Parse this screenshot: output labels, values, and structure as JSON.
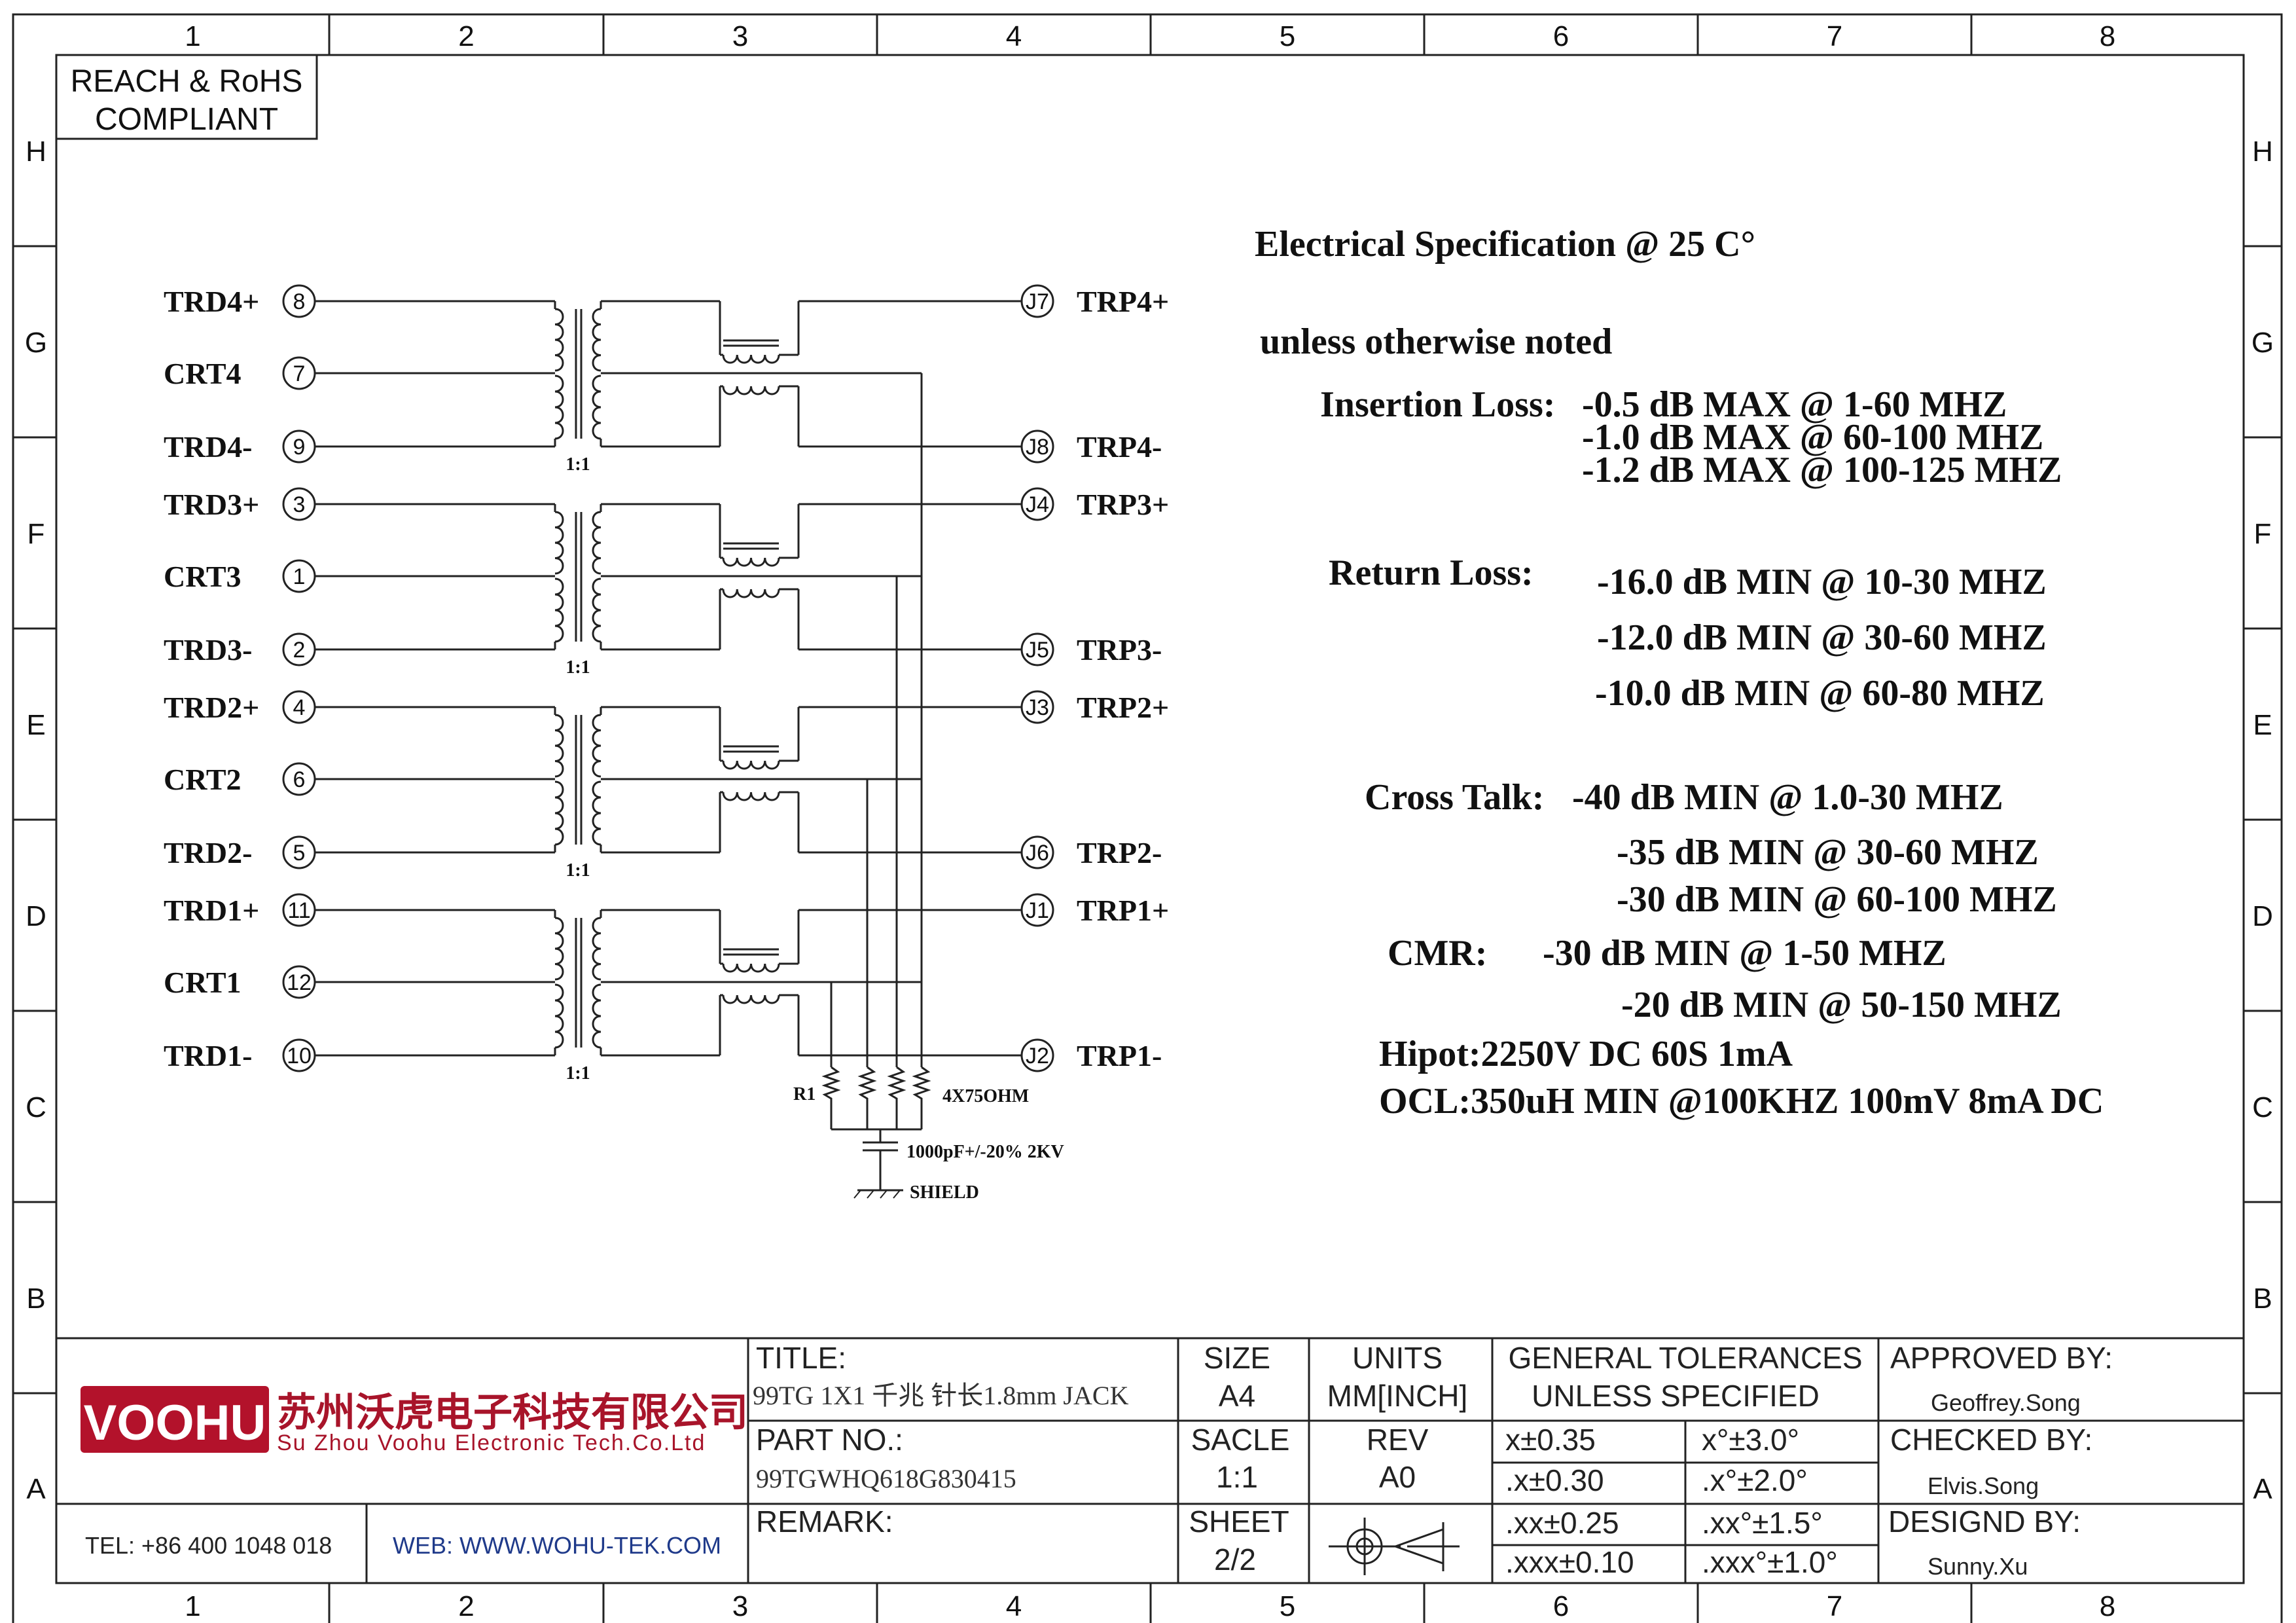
{
  "frame": {
    "columns": [
      "1",
      "2",
      "3",
      "4",
      "5",
      "6",
      "7",
      "8"
    ],
    "rows": [
      "H",
      "G",
      "F",
      "E",
      "D",
      "C",
      "B",
      "A"
    ]
  },
  "compliance": [
    "REACH & RoHS",
    "COMPLIANT"
  ],
  "channels": [
    {
      "plus": "TRD4+",
      "plus_pin": "8",
      "ct": "CRT4",
      "ct_pin": "7",
      "minus": "TRD4-",
      "minus_pin": "9",
      "ratio": "1:1",
      "out_plus": "TRP4+",
      "out_plus_pin": "J7",
      "out_minus": "TRP4-",
      "out_minus_pin": "J8"
    },
    {
      "plus": "TRD3+",
      "plus_pin": "3",
      "ct": "CRT3",
      "ct_pin": "1",
      "minus": "TRD3-",
      "minus_pin": "2",
      "ratio": "1:1",
      "out_plus": "TRP3+",
      "out_plus_pin": "J4",
      "out_minus": "TRP3-",
      "out_minus_pin": "J5"
    },
    {
      "plus": "TRD2+",
      "plus_pin": "4",
      "ct": "CRT2",
      "ct_pin": "6",
      "minus": "TRD2-",
      "minus_pin": "5",
      "ratio": "1:1",
      "out_plus": "TRP2+",
      "out_plus_pin": "J3",
      "out_minus": "TRP2-",
      "out_minus_pin": "J6"
    },
    {
      "plus": "TRD1+",
      "plus_pin": "11",
      "ct": "CRT1",
      "ct_pin": "12",
      "minus": "TRD1-",
      "minus_pin": "10",
      "ratio": "1:1",
      "out_plus": "TRP1+",
      "out_plus_pin": "J1",
      "out_minus": "TRP1-",
      "out_minus_pin": "J2"
    }
  ],
  "termination": {
    "resistor_label": "R1",
    "resistor_value": "4X75OHM",
    "capacitor": "1000pF+/-20% 2KV",
    "shield": "SHIELD"
  },
  "spec": {
    "title": "Electrical Specification @ 25 C°",
    "subtitle": "unless otherwise noted",
    "insertion_label": "Insertion Loss:",
    "insertion": [
      "-0.5 dB MAX @ 1-60 MHZ",
      "-1.0 dB MAX @ 60-100 MHZ",
      "-1.2 dB MAX @ 100-125 MHZ"
    ],
    "return_label": "Return Loss:",
    "return": [
      "-16.0 dB MIN @ 10-30 MHZ",
      "-12.0 dB MIN @ 30-60 MHZ",
      "-10.0 dB MIN @ 60-80 MHZ"
    ],
    "crosstalk_label": "Cross Talk:",
    "crosstalk": [
      "-40 dB MIN @ 1.0-30 MHZ",
      "-35 dB MIN @ 30-60 MHZ",
      "-30 dB MIN @ 60-100 MHZ"
    ],
    "cmr_label": "CMR:",
    "cmr": [
      "-30 dB MIN @ 1-50 MHZ",
      "-20 dB MIN @ 50-150 MHZ"
    ],
    "hipot": "Hipot:2250V DC 60S 1mA",
    "ocl": "OCL:350uH MIN @100KHZ 100mV 8mA DC"
  },
  "title_block": {
    "logo_text": "VOOHU",
    "company_cn": "苏州沃虎电子科技有限公司",
    "company_en": "Su Zhou Voohu Electronic Tech.Co.Ltd",
    "tel": "TEL: +86 400 1048 018",
    "web": "WEB: WWW.WOHU-TEK.COM",
    "title_label": "TITLE:",
    "title_value": "99TG 1X1 千兆 针长1.8mm JACK",
    "part_label": "PART NO.:",
    "part_value": "99TGWHQ618G830415",
    "remark_label": "REMARK:",
    "size_label": "SIZE",
    "size_value": "A4",
    "scale_label": "SACLE",
    "scale_value": "1:1",
    "sheet_label": "SHEET",
    "sheet_value": "2/2",
    "units_label": "UNITS",
    "units_value": "MM[INCH]",
    "rev_label": "REV",
    "rev_value": "A0",
    "tol_label_1": "GENERAL TOLERANCES",
    "tol_label_2": "UNLESS SPECIFIED",
    "tolerances": [
      [
        "x±0.35",
        "x°±3.0°"
      ],
      [
        ".x±0.30",
        ".x°±2.0°"
      ],
      [
        ".xx±0.25",
        ".xx°±1.5°"
      ],
      [
        ".xxx±0.10",
        ".xxx°±1.0°"
      ]
    ],
    "approved_label": "APPROVED BY:",
    "approved_value": "Geoffrey.Song",
    "checked_label": "CHECKED BY:",
    "checked_value": "Elvis.Song",
    "designed_label": "DESIGND BY:",
    "designed_value": "Sunny.Xu"
  }
}
